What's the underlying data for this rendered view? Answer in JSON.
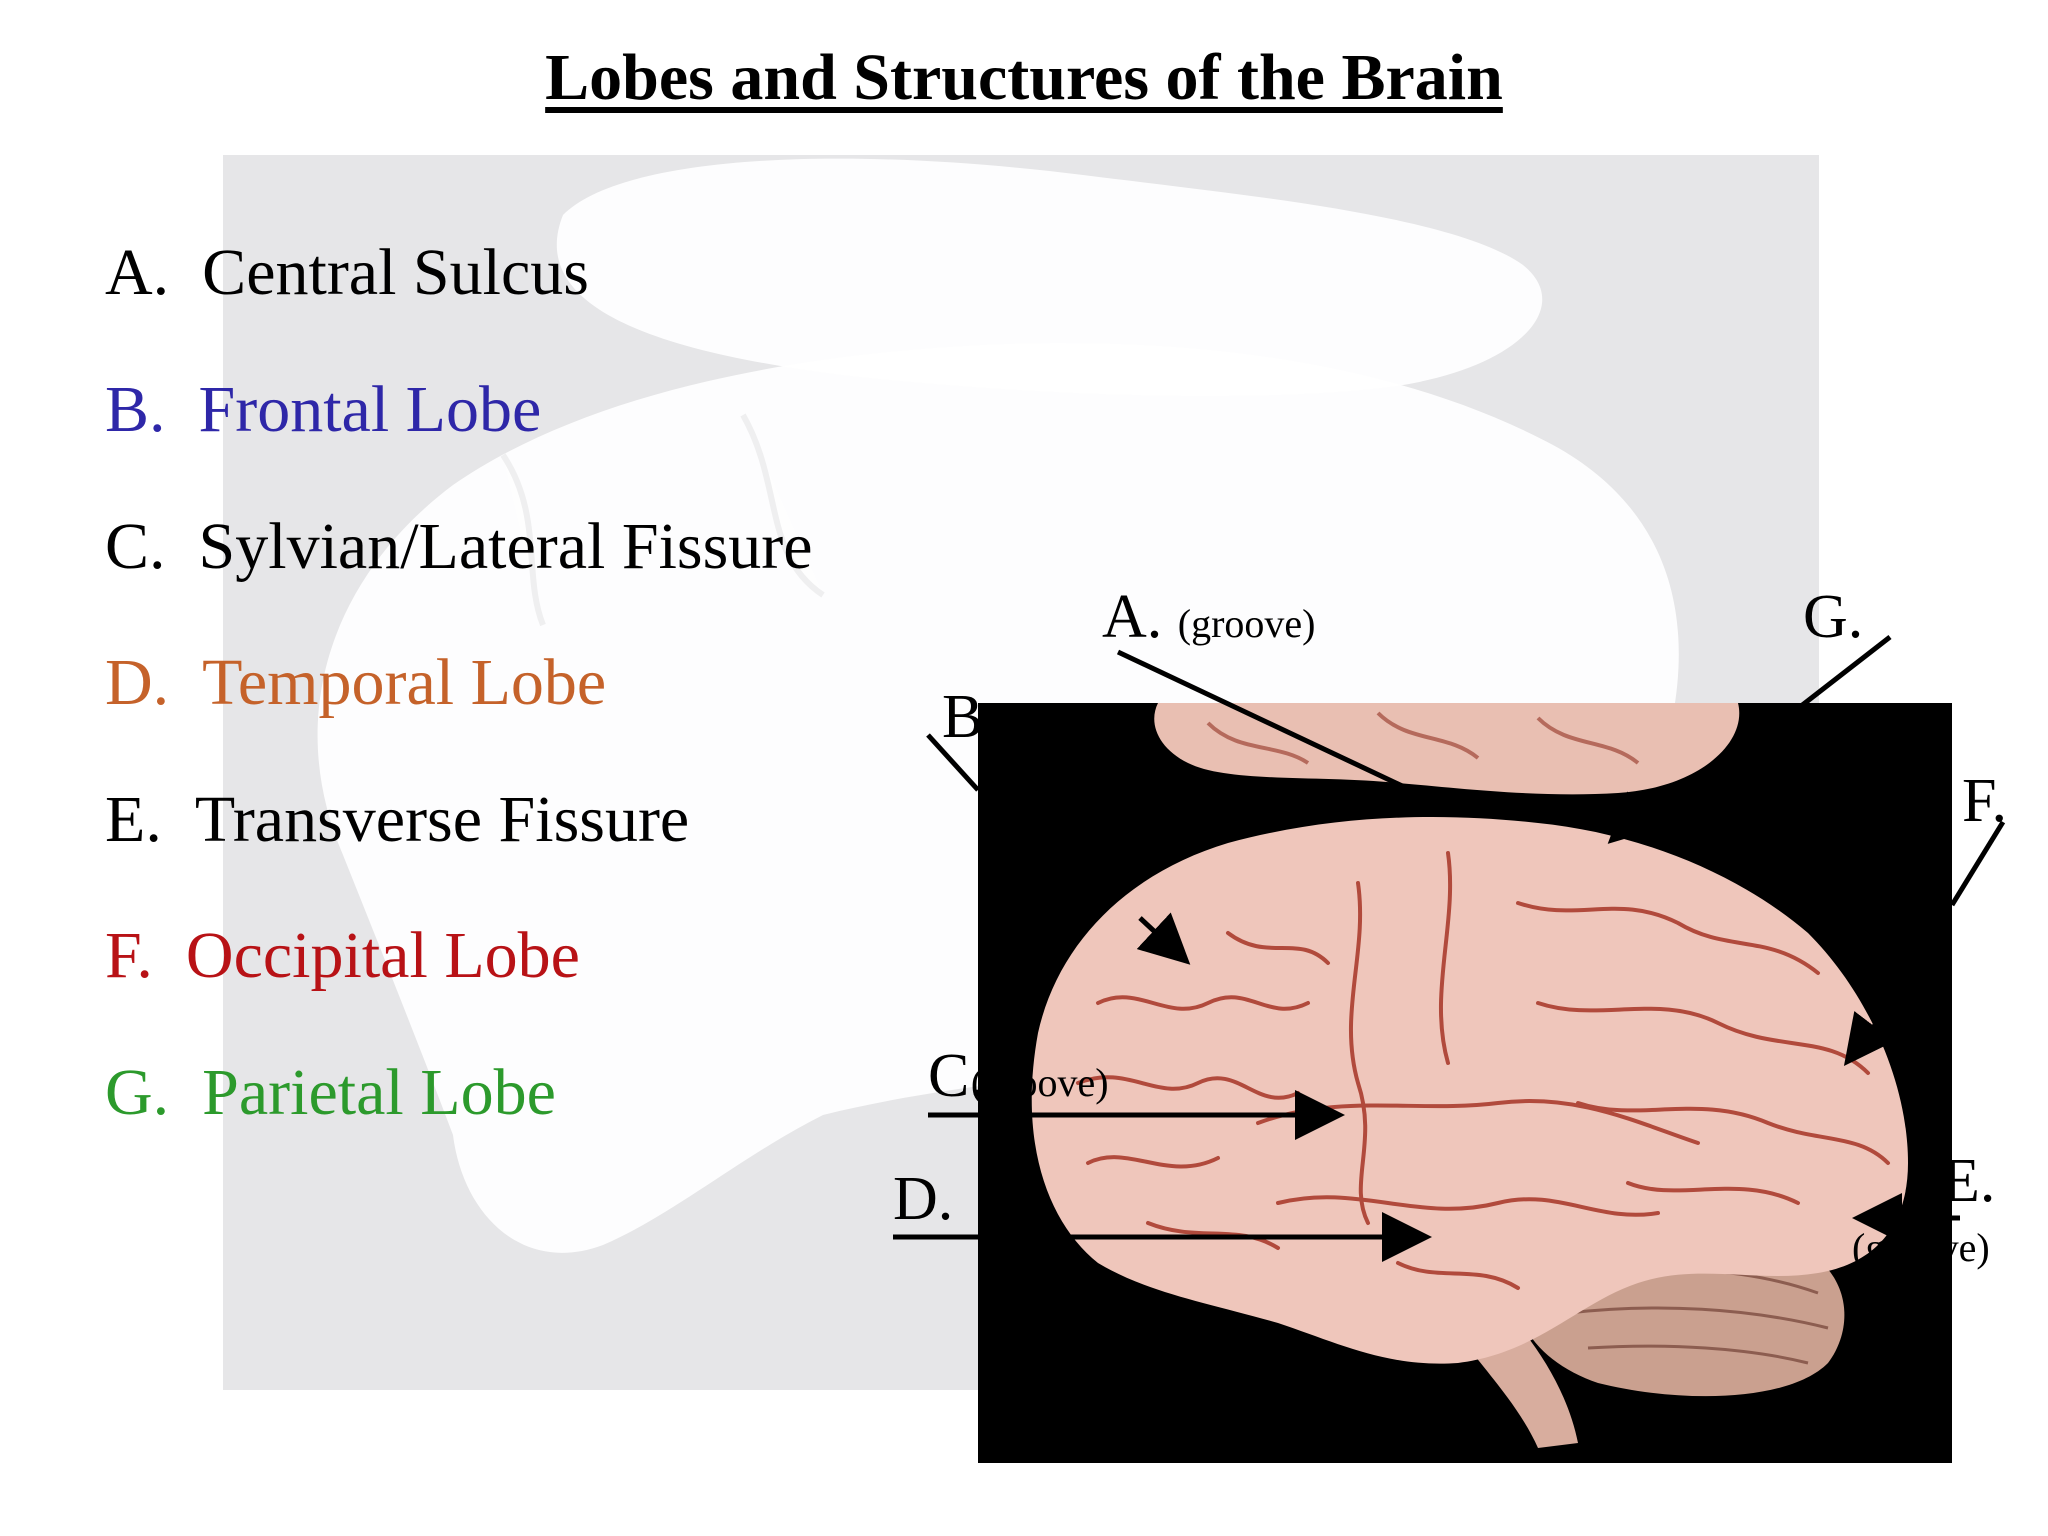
{
  "title": "Lobes and Structures of the Brain",
  "legend": [
    {
      "letter": "A.",
      "name": "Central Sulcus",
      "color": "#000000"
    },
    {
      "letter": "B.",
      "name": "Frontal Lobe",
      "color": "#2e27a8"
    },
    {
      "letter": "C.",
      "name": "Sylvian/Lateral Fissure",
      "color": "#000000"
    },
    {
      "letter": "D.",
      "name": "Temporal Lobe",
      "color": "#c5622a"
    },
    {
      "letter": "E.",
      "name": "Transverse Fissure",
      "color": "#000000"
    },
    {
      "letter": "F.",
      "name": "Occipital Lobe",
      "color": "#b81216"
    },
    {
      "letter": "G.",
      "name": "Parietal Lobe",
      "color": "#2c9a2c"
    }
  ],
  "labels": {
    "a": "A.",
    "a_note": "(groove)",
    "g": "G.",
    "b": "B.",
    "f": "F.",
    "c": "C.",
    "c_note": "(groove)",
    "d": "D.",
    "e": "E.",
    "e_note": "(groove)"
  },
  "colors": {
    "panel": "#e6e6e8",
    "brain_surface": "#efc6bb",
    "sulci": "#b14a3c",
    "photo_background": "#000000"
  }
}
